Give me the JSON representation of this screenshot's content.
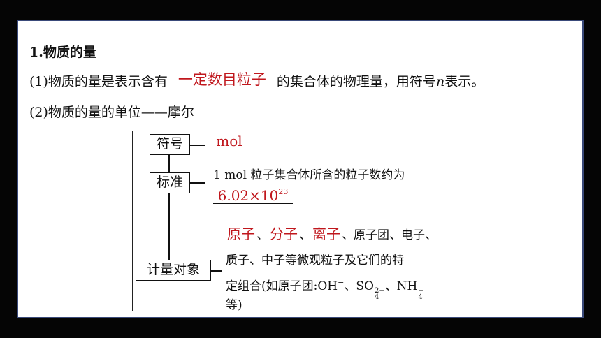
{
  "heading": "1.物质的量",
  "line1": {
    "prefix": "(1)物质的量是表示含有",
    "answer": "一定数目粒子",
    "middle": "的集合体的物理量，用符号",
    "symbol": "n",
    "suffix": "表示。"
  },
  "line2": "(2)物质的量的单位——摩尔",
  "diagram": {
    "box_symbol": "符号",
    "box_standard": "标准",
    "box_objects": "计量对象",
    "symbol_answer": "mol",
    "standard_text": "1 mol 粒子集合体所含的粒子数约为",
    "standard_answer_base": "6.02×10",
    "standard_answer_exp": "23",
    "objects": {
      "answer1": "原子",
      "sep": "、",
      "answer2": "分子",
      "answer3": "离子",
      "rest1": "、原子团、电子、",
      "line2": "质子、中子等微观粒子及它们的特",
      "line3_prefix": "定组合(如原子团:OH",
      "oh_charge": "−",
      "sep2": "、SO",
      "so4_sub": "4",
      "so4_sup": "2−",
      "sep3": "、NH",
      "nh4_sub": "4",
      "nh4_sup": "+",
      "line4": "等)"
    }
  },
  "colors": {
    "answer": "#c0171d",
    "slide_border": "#3a4a7a",
    "background": "#050505"
  }
}
